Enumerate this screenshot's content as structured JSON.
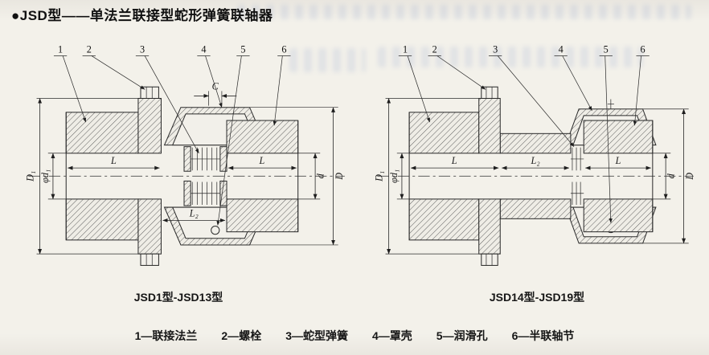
{
  "header": {
    "title": "●JSD型——单法兰联接型蛇形弹簧联轴器"
  },
  "figures": {
    "left": {
      "caption": "JSD1型-JSD13型",
      "callouts": [
        "1",
        "2",
        "3",
        "4",
        "5",
        "6"
      ],
      "dims": {
        "D1": "D₁",
        "bore": "φd₁",
        "L_left": "L",
        "L_right": "L",
        "L2": "L₂",
        "C": "C",
        "d": "d",
        "D": "D"
      }
    },
    "right": {
      "caption": "JSD14型-JSD19型",
      "callouts": [
        "1",
        "2",
        "3",
        "4",
        "5",
        "6"
      ],
      "dims": {
        "D1": "D₁",
        "bore": "φd₁",
        "L_left": "L",
        "L2": "L₂",
        "L_right": "L",
        "d": "d",
        "D": "D"
      }
    }
  },
  "legend": {
    "items": [
      "1—联接法兰",
      "2—螺栓",
      "3—蛇型弹簧",
      "4—罩壳",
      "5—润滑孔",
      "6—半联轴节"
    ]
  },
  "colors": {
    "paper": "#f2f0ea",
    "ink": "#2b2b2b",
    "bleed_blue": "#8fa8d8"
  }
}
